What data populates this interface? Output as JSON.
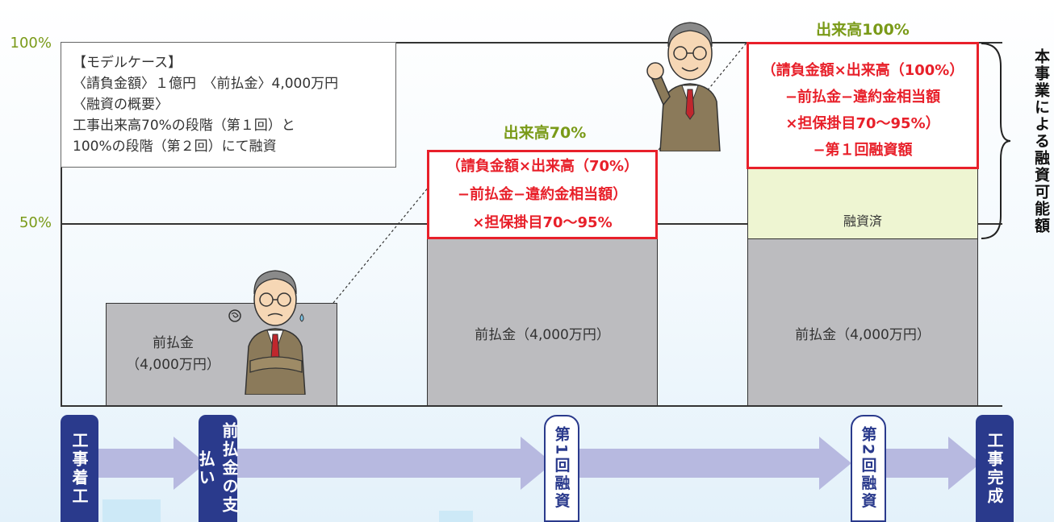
{
  "axis": {
    "y100": "100%",
    "y50": "50%"
  },
  "model_case": {
    "title": "【モデルケース】",
    "line1": "〈請負金額〉１億円　〈前払金〉4,000万円",
    "line2": "〈融資の概要〉",
    "line3": "工事出来高70%の段階（第１回）と",
    "line4": "100%の段階（第２回）にて融資"
  },
  "stage1": {
    "advance_line1": "前払金",
    "advance_line2": "（4,000万円）"
  },
  "stage2": {
    "title": "出来高70%",
    "formula1": "（請負金額×出来高（70%）",
    "formula2": "−前払金−違約金相当額）",
    "formula3": "×担保掛目70～95%",
    "advance": "前払金（4,000万円）"
  },
  "stage3": {
    "title": "出来高100%",
    "formula1": "（請負金額×出来高（100%）",
    "formula2": "−前払金−違約金相当額",
    "formula3": "×担保掛目70～95%）",
    "formula4": "−第１回融資額",
    "financed": "融資済",
    "advance": "前払金（4,000万円）"
  },
  "side_label": "本事業による融資可能額",
  "timeline": {
    "start": "工事着工",
    "advance_payment": "前払金の支払い",
    "first_loan": "第1回融資",
    "second_loan": "第2回融資",
    "completion": "工事完成"
  },
  "colors": {
    "accent_green": "#7a9a18",
    "alert_red": "#e8202a",
    "timeline_navy": "#2a3a8c",
    "arrow_lavender": "#b7b9e0",
    "advance_gray": "#bcbcbf",
    "financed_green": "#eef5d2"
  },
  "icons": {
    "worried_person": "businessman-worried-icon",
    "confident_person": "businessman-fist-pump-icon",
    "brace": "right-curly-brace-icon"
  }
}
